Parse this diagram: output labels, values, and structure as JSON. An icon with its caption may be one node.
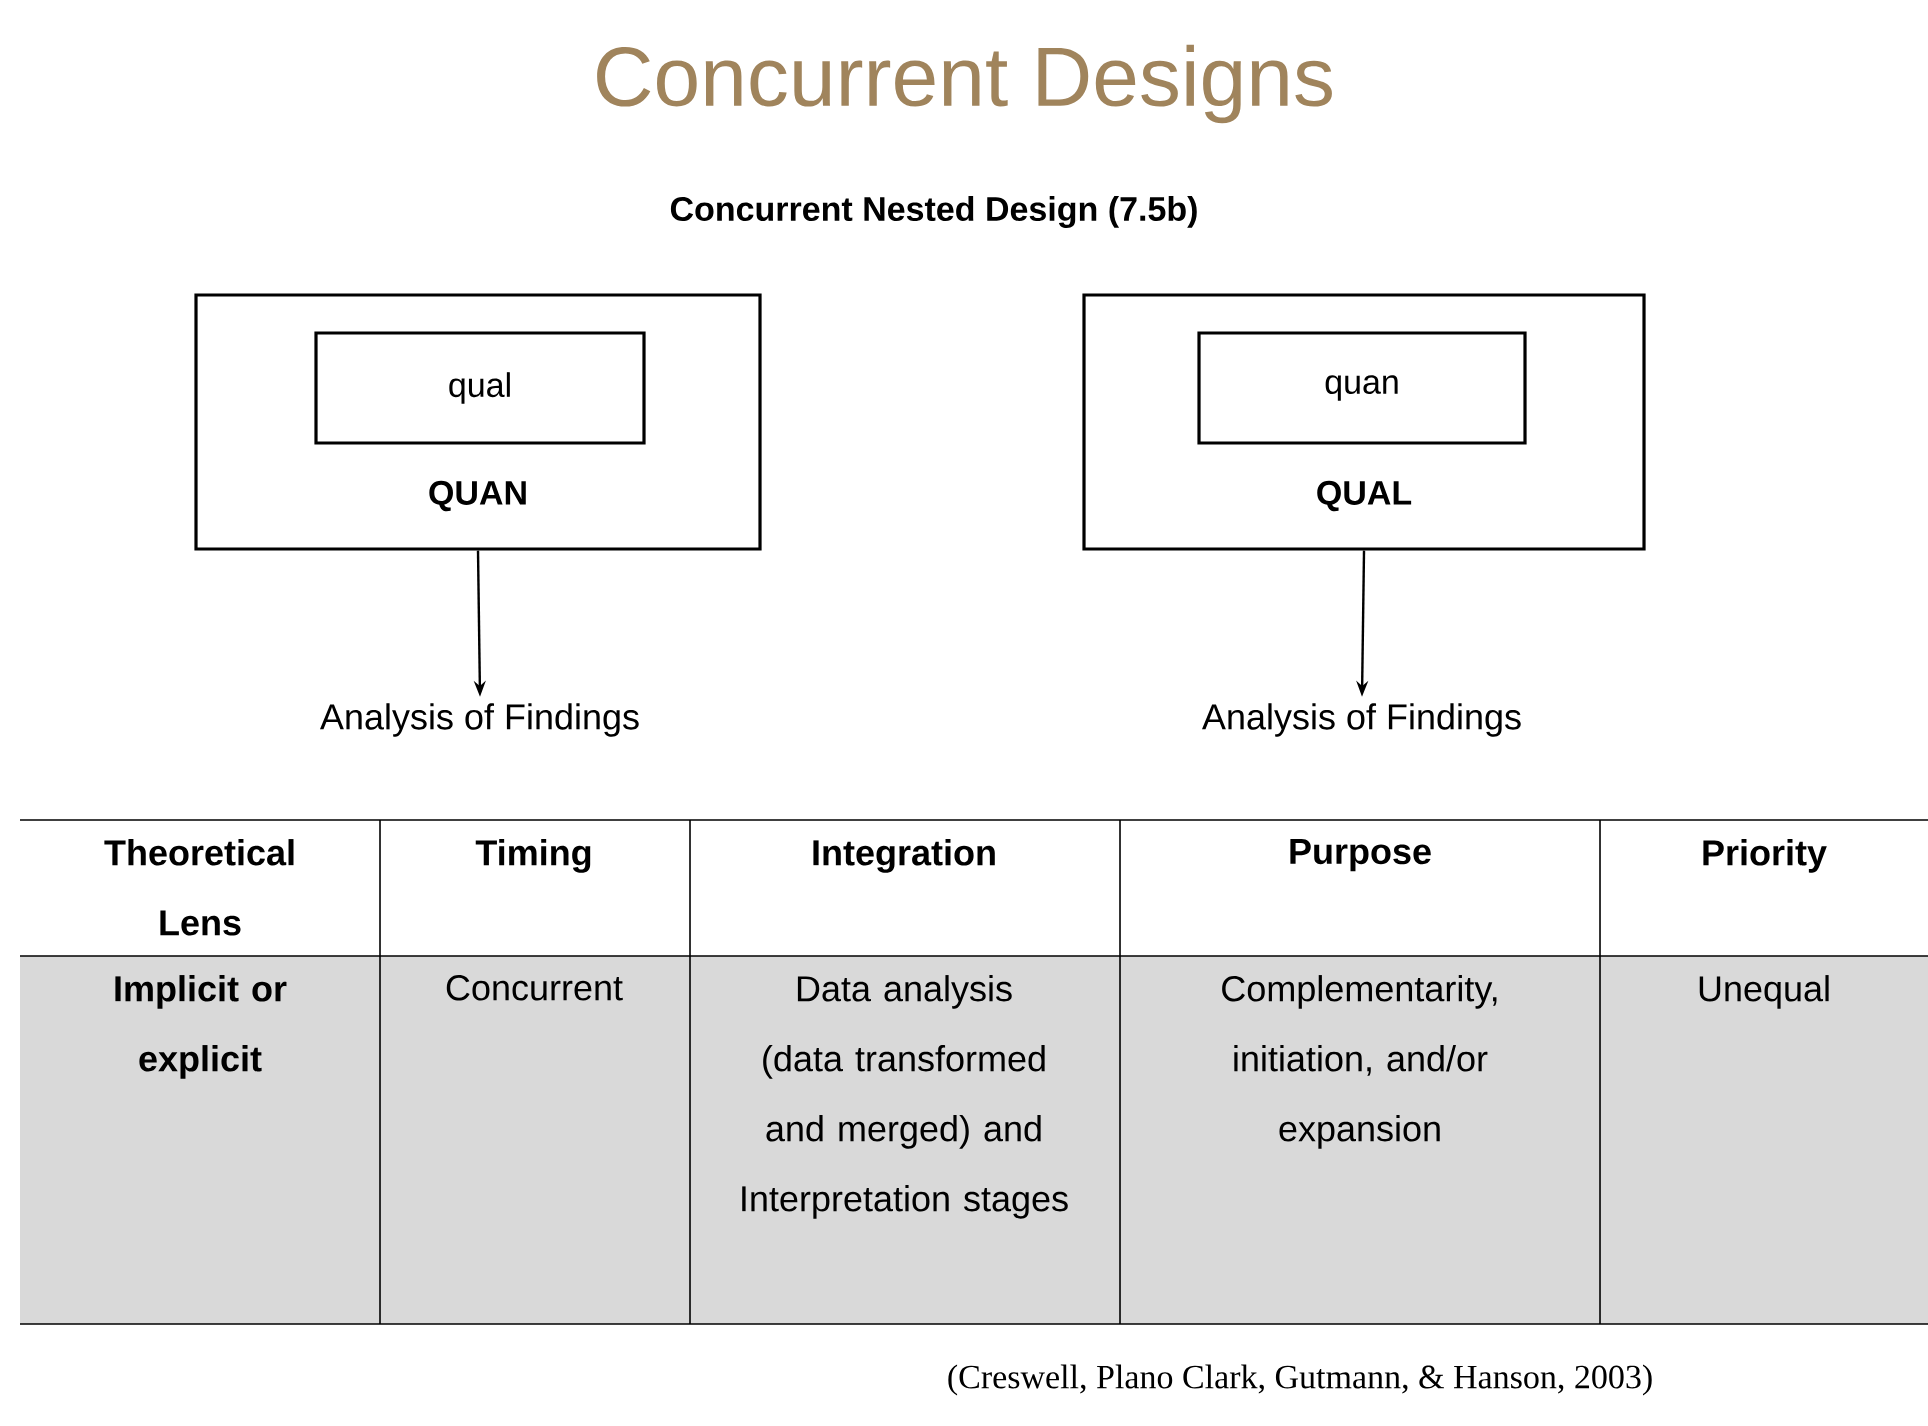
{
  "diagram": {
    "title": "Concurrent Designs",
    "caption": "(Creswell, Plano Clark, Gutmann, & Hanson, 2003)",
    "nodes": [
      {
        "text": [
          "QUAN"
        ]
      },
      {
        "text": [
          "qual"
        ],
        "in": 0
      },
      {
        "text": [
          "Analysis of Findings"
        ]
      },
      {
        "text": [
          "QUAL"
        ]
      },
      {
        "text": [
          "quan"
        ],
        "in": 3
      },
      {
        "text": [
          "Analysis of Findings"
        ]
      }
    ],
    "edges": [
      {
        "from": 0,
        "to": 2,
        "arrow": "to"
      },
      {
        "from": 3,
        "to": 5,
        "arrow": "to"
      }
    ],
    "labels": [
      "Concurrent Nested Design (7.5b)",
      "Theoretical Lens",
      "Timing",
      "Integration",
      "Purpose",
      "Priority",
      "Implicit or explicit",
      "Concurrent",
      "Data analysis (data transformed and merged) and Interpretation stages",
      "Complementarity, initiation, and/or expansion",
      "Unequal"
    ]
  }
}
